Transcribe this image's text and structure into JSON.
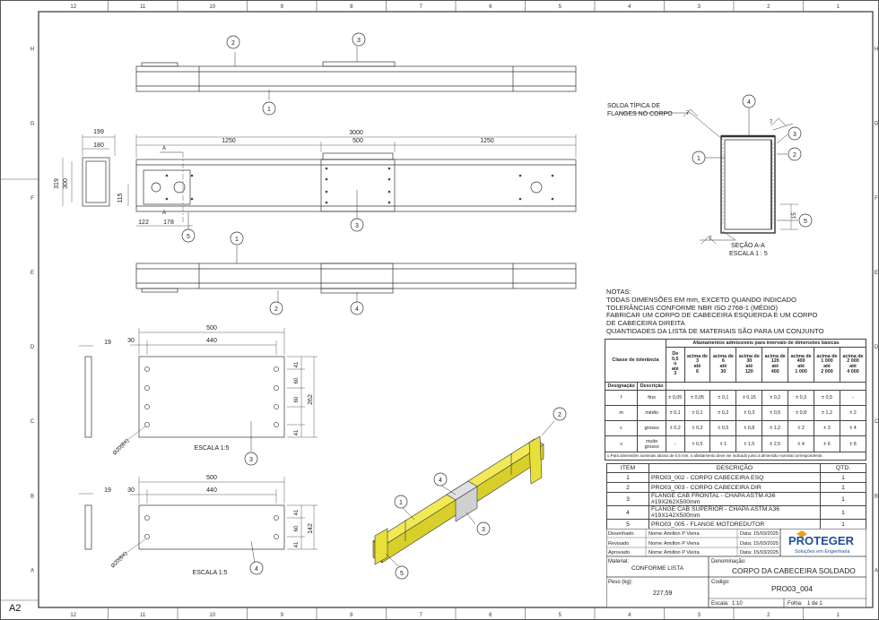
{
  "sheet": {
    "size_label": "A2",
    "col_labels": [
      "12",
      "11",
      "10",
      "9",
      "8",
      "7",
      "6",
      "5",
      "4",
      "3",
      "2",
      "1"
    ],
    "row_labels": [
      "H",
      "G",
      "F",
      "E",
      "D",
      "C",
      "B",
      "A"
    ]
  },
  "views": {
    "top_view": {
      "balloons": [
        "2",
        "3",
        "1"
      ]
    },
    "front_view": {
      "dims": {
        "total": "3000",
        "left": "1250",
        "mid": "500",
        "right": "1250",
        "h115": "115",
        "d122": "122",
        "d178": "178"
      },
      "section_marks": [
        "A",
        "A"
      ],
      "balloons": [
        "5",
        "3"
      ]
    },
    "end_view": {
      "dims": {
        "w199": "199",
        "w180": "180",
        "h319": "319",
        "h300": "300"
      }
    },
    "bottom_view": {
      "balloons": [
        "1",
        "2",
        "4"
      ]
    },
    "section_view": {
      "weld_note": "SOLDA TÍPICA DE\nFLANGES NO CORPO",
      "weld_size": "7",
      "title": "SEÇÃO A-A",
      "scale": "ESCALA 1 : 5",
      "dim_15": "15",
      "balloons": [
        "4",
        "3",
        "2",
        "1",
        "5"
      ]
    },
    "flange_front": {
      "dims": {
        "t": "19",
        "w": "500",
        "inner": "440",
        "edge": "30",
        "h": "262",
        "r1": "41",
        "r2": "60",
        "r3": "60",
        "r4": "41",
        "hole": "Ø20(8X)"
      },
      "scale": "ESCALA 1:5",
      "balloon": "3"
    },
    "flange_top": {
      "dims": {
        "t": "19",
        "w": "500",
        "inner": "440",
        "edge": "30",
        "h": "142",
        "r1": "41",
        "r2": "60",
        "r3": "41",
        "hole": "Ø20(6X)"
      },
      "scale": "ESCALA 1:5",
      "balloon": "4"
    },
    "iso_view": {
      "balloons": [
        "1",
        "4",
        "3",
        "5",
        "2"
      ]
    }
  },
  "notes": [
    "NOTAS:",
    "TODAS DIMENSÕES EM mm, EXCETO QUANDO INDICADO",
    "TOLERÂNCIAS CONFORME NBR ISO 2768-1 (MÉDIO)",
    "FABRICAR UM CORPO DE CABECEIRA ESQUERDA E UM CORPO",
    "DE CABECEIRA DIREITA",
    "QUANTIDADES DA LISTA DE MATERIAIS SÃO PARA UM CONJUNTO"
  ],
  "tolerance_table": {
    "title": "Afastamentos admissíveis  para intervalo de dimensões básicas",
    "col_class": "Classe de tolerância",
    "col_desig": "Designação",
    "col_desc": "Descrição",
    "ranges": [
      "De\n0,5\nu\naté\n3",
      "acima de\n3\naté\n6",
      "acima de\n6\naté\n30",
      "acima de\n30\naté\n120",
      "acima de\n120\naté\n400",
      "acima de\n400\naté\n1 000",
      "acima de\n1 000\naté\n2 000",
      "acima de\n2 000\naté\n4 000"
    ],
    "rows": [
      {
        "d": "f",
        "desc": "fino",
        "v": [
          "± 0,05",
          "± 0,05",
          "± 0,1",
          "± 0,15",
          "± 0,2",
          "± 0,3",
          "± 0,5",
          "-"
        ]
      },
      {
        "d": "m",
        "desc": "médio",
        "v": [
          "± 0,1",
          "± 0,1",
          "± 0,2",
          "± 0,3",
          "± 0,5",
          "± 0,8",
          "± 1,2",
          "± 2"
        ]
      },
      {
        "d": "c",
        "desc": "grosso",
        "v": [
          "± 0,2",
          "± 0,3",
          "± 0,5",
          "± 0,8",
          "± 1,2",
          "± 2",
          "± 3",
          "± 4"
        ]
      },
      {
        "d": "v",
        "desc": "muito\ngrosso",
        "v": [
          "-",
          "± 0,5",
          "± 1",
          "± 1,5",
          "± 2,5",
          "± 4",
          "± 6",
          "± 8"
        ]
      }
    ],
    "footnote": "u Para dimensões nominais abaixo de 0,5 mm, o afastamento deve ser indicado junto à dimensão nominal correspondente."
  },
  "bom": {
    "headers": [
      "ITEM",
      "DESCRIÇÃO",
      "QTD."
    ],
    "rows": [
      {
        "item": "1",
        "desc": "PRO03_002 - CORPO CABECEIRA ESQ",
        "qty": "1"
      },
      {
        "item": "2",
        "desc": "PRO03_003 - CORPO CABECEIRA DIR",
        "qty": "1"
      },
      {
        "item": "3",
        "desc": "FLANGE CAB FRONTAL - CHAPA ASTM A36\n#19X262X500mm",
        "qty": "1"
      },
      {
        "item": "4",
        "desc": "FLANGE CAB SUPERIOR - CHAPA ASTM A36\n#19X142X500mm",
        "qty": "1"
      },
      {
        "item": "5",
        "desc": "PRO03_005 - FLANGE MOTOREDUTOR",
        "qty": "1"
      }
    ]
  },
  "approvals": [
    {
      "role": "Desenhado",
      "name_label": "Nome:",
      "name": "Amilton P Vieira",
      "date_label": "Data:",
      "date": "15/03/2025"
    },
    {
      "role": "Revisado",
      "name_label": "Nome:",
      "name": "Amilton P Vieira",
      "date_label": "Data:",
      "date": "15/03/2025"
    },
    {
      "role": "Aprovado",
      "name_label": "Nome:",
      "name": "Amilton P Vieira",
      "date_label": "Data:",
      "date": "15/03/2025"
    }
  ],
  "company": {
    "name": "PROTEGER",
    "tagline": "Soluções em Engenharia",
    "accent": "#1f4e9a"
  },
  "title_block": {
    "material_label": "Material:",
    "material": "CONFORME LISTA",
    "denom_label": "Denominação:",
    "denom": "CORPO DA CABECEIRA SOLDADO",
    "weight_label": "Peso (kg):",
    "weight": "227,59",
    "code_label": "Codigo:",
    "code": "PRO03_004",
    "scale_label": "Escala:",
    "scale": "1:10",
    "sheet_label": "Folha:",
    "sheet": "1 de 1"
  },
  "colors": {
    "part_yellow": "#e8e03a",
    "line": "#333333"
  }
}
